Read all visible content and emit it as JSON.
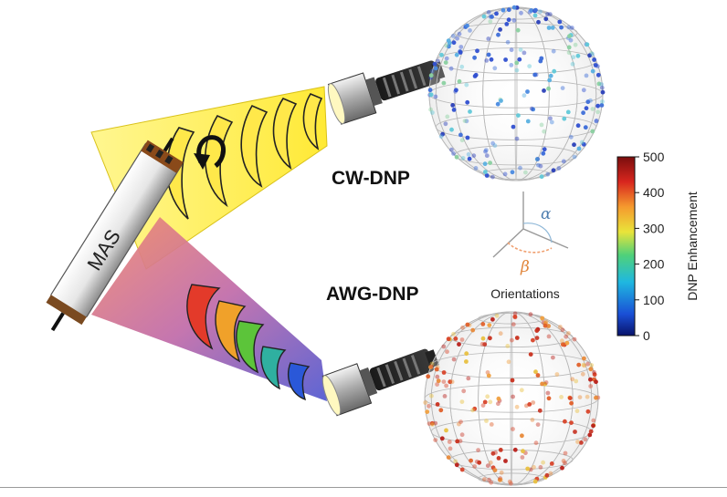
{
  "labels": {
    "cw": "CW-DNP",
    "awg": "AWG-DNP",
    "rotor": "MAS",
    "orientations": "Orientations",
    "alpha": "α",
    "beta": "β"
  },
  "colorbar": {
    "title": "DNP Enhancement",
    "ticks": [
      "500",
      "400",
      "300",
      "200",
      "100",
      "0"
    ],
    "range": [
      0,
      500
    ],
    "colors": [
      "#08126b",
      "#1a4fd6",
      "#1fb8e0",
      "#4fd17a",
      "#e9e43a",
      "#f59a2e",
      "#d8261e",
      "#7a0d0d"
    ]
  },
  "beams": {
    "cw": {
      "fill": "#ffec3a"
    },
    "awg": {
      "top": "#e8705f",
      "bottom": "#4a52c8"
    }
  },
  "icons": [
    "flashlight-icon",
    "rotation-arrow-icon",
    "axes-icon"
  ],
  "spheres": {
    "cw": {
      "dominant_color": "#3f6fd8"
    },
    "awg": {
      "dominant_color": "#d8442a"
    }
  }
}
